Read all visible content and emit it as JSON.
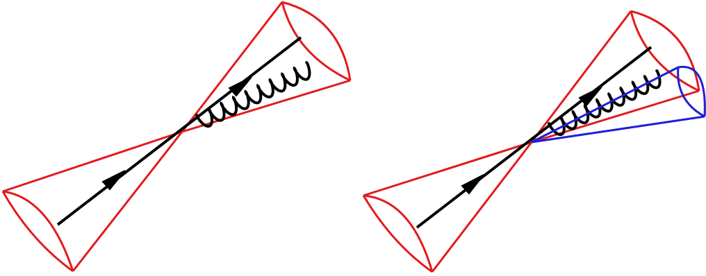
{
  "diagrams": [
    {
      "id": "single-cone",
      "parts": [
        "cone-back",
        "cone-front",
        "quark-line",
        "gluon"
      ]
    },
    {
      "id": "split-cone",
      "parts": [
        "cone-back",
        "cone-front",
        "quark-line",
        "gluon",
        "gluon-cone"
      ]
    }
  ],
  "colors": {
    "cone": "#e31a1c",
    "gluon_cone": "#1f1fd6",
    "line": "#000000"
  }
}
